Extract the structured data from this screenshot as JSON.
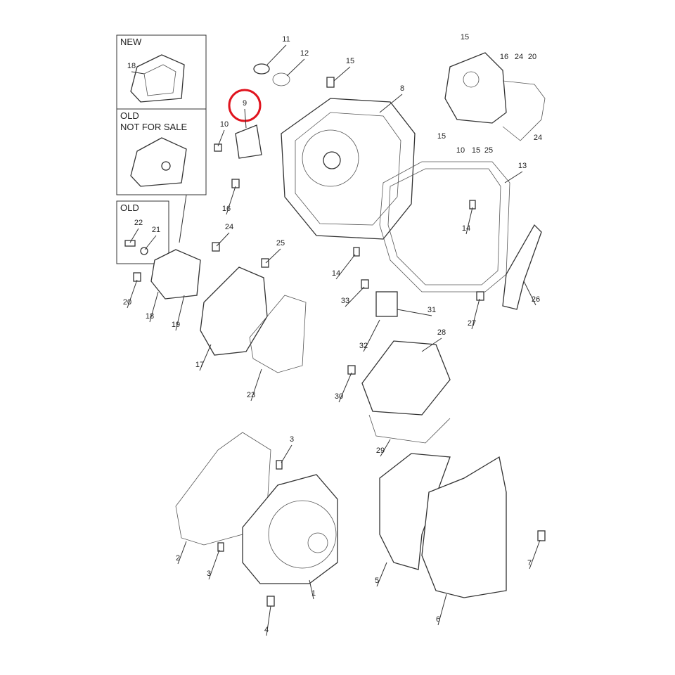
{
  "inset_boxes": {
    "new": "NEW",
    "old_not_for_sale_line1": "OLD",
    "old_not_for_sale_line2": "NOT FOR SALE",
    "old": "OLD"
  },
  "highlight": {
    "part": "9",
    "color": "#e0141e"
  },
  "callouts": [
    "11",
    "12",
    "15",
    "8",
    "9",
    "10",
    "16",
    "13",
    "14",
    "14",
    "24",
    "25",
    "22",
    "21",
    "20",
    "18",
    "19",
    "17",
    "23",
    "33",
    "31",
    "32",
    "28",
    "30",
    "29",
    "27",
    "26",
    "3",
    "2",
    "3",
    "1",
    "4",
    "5",
    "7",
    "6",
    "18"
  ],
  "inset_callouts": [
    "15",
    "16",
    "24",
    "20",
    "15",
    "10",
    "15",
    "25",
    "24"
  ]
}
